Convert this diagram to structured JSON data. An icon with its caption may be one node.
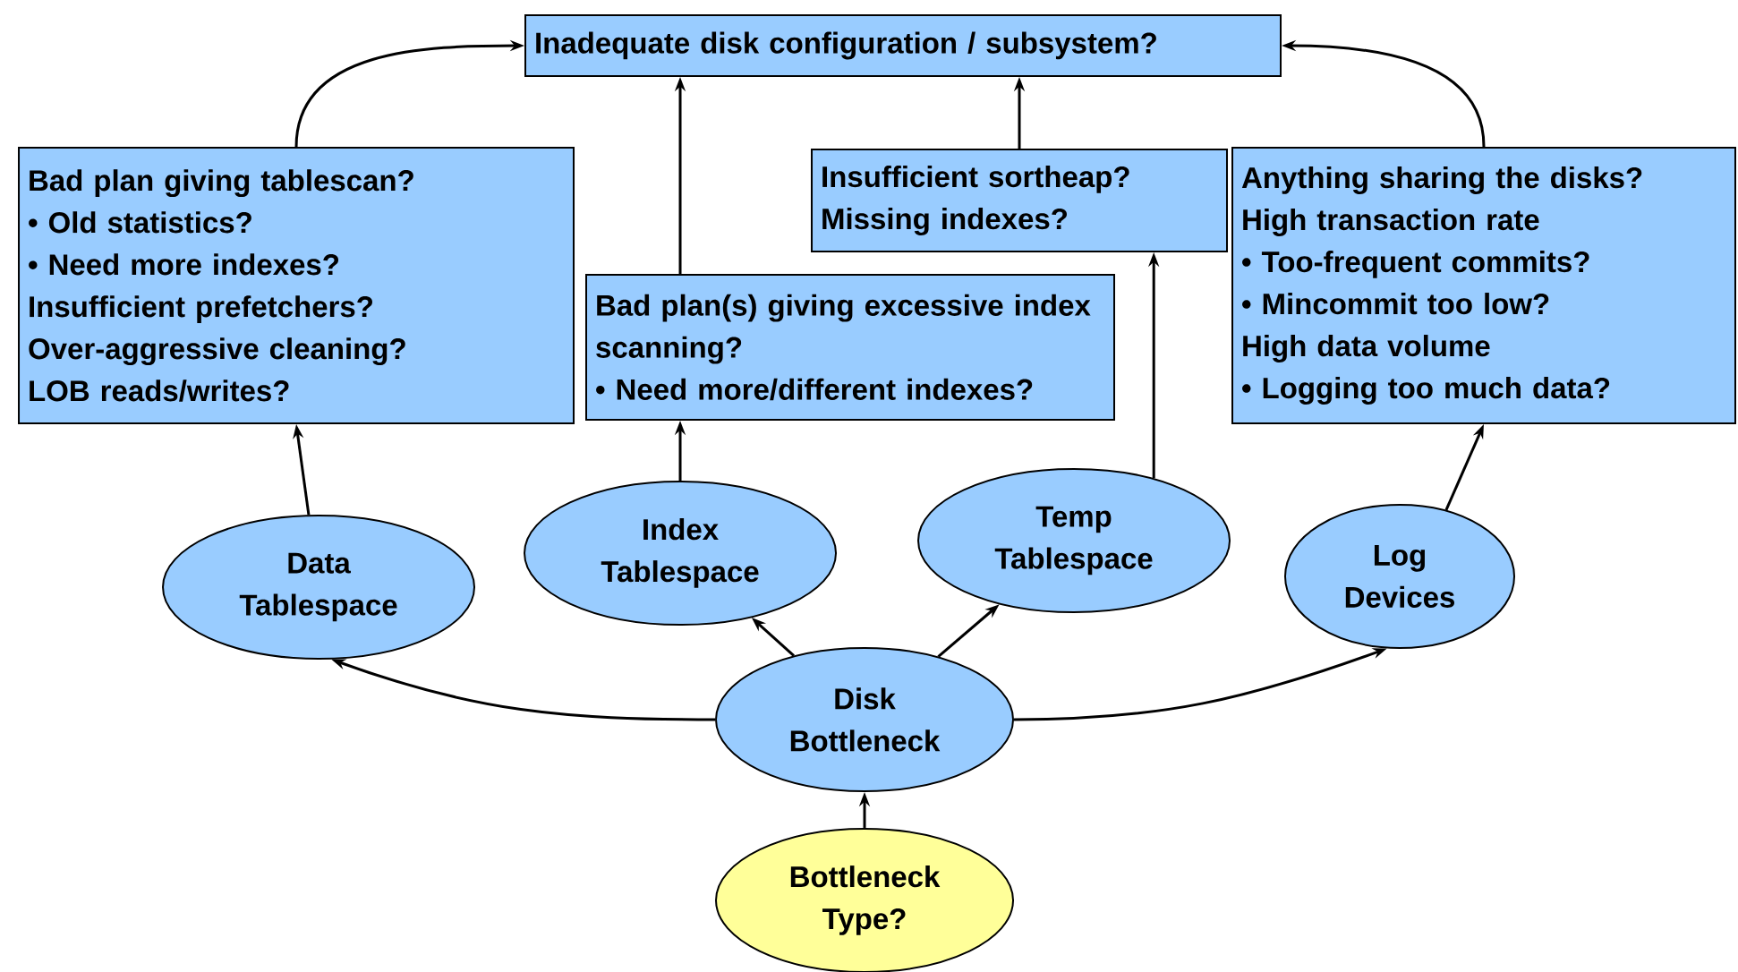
{
  "diagram": {
    "nodes": [
      {
        "text": [
          "Inadequate disk configuration / subsystem?"
        ]
      },
      {
        "text": [
          "Bad plan giving tablescan?",
          "• Old statistics?",
          "• Need more indexes?",
          "Insufficient prefetchers?",
          "Over-aggressive cleaning?",
          "LOB reads/writes?"
        ]
      },
      {
        "text": [
          "Bad plan(s) giving excessive index scanning?",
          "• Need more/different indexes?"
        ]
      },
      {
        "text": [
          "Insufficient sortheap?",
          "Missing indexes?"
        ]
      },
      {
        "text": [
          "Anything sharing the disks?",
          "High transaction rate",
          "• Too-frequent commits?",
          "• Mincommit too low?",
          "High data volume",
          "• Logging too much data?"
        ]
      },
      {
        "text": [
          "Data Tablespace"
        ]
      },
      {
        "text": [
          "Index Tablespace"
        ]
      },
      {
        "text": [
          "Temp Tablespace"
        ]
      },
      {
        "text": [
          "Log Devices"
        ]
      },
      {
        "text": [
          "Disk Bottleneck"
        ]
      },
      {
        "text": [
          "Bottleneck Type?"
        ]
      }
    ],
    "edges": [
      {
        "from": 10,
        "to": 9,
        "arrow": "to"
      },
      {
        "from": 9,
        "to": 5,
        "arrow": "to"
      },
      {
        "from": 9,
        "to": 6,
        "arrow": "to"
      },
      {
        "from": 9,
        "to": 7,
        "arrow": "to"
      },
      {
        "from": 9,
        "to": 8,
        "arrow": "to"
      },
      {
        "from": 5,
        "to": 1,
        "arrow": "to"
      },
      {
        "from": 6,
        "to": 2,
        "arrow": "to"
      },
      {
        "from": 7,
        "to": 3,
        "arrow": "to"
      },
      {
        "from": 8,
        "to": 4,
        "arrow": "to"
      },
      {
        "from": 1,
        "to": 0,
        "arrow": "to"
      },
      {
        "from": 2,
        "to": 0,
        "arrow": "to"
      },
      {
        "from": 3,
        "to": 0,
        "arrow": "to"
      },
      {
        "from": 4,
        "to": 0,
        "arrow": "to"
      }
    ]
  }
}
